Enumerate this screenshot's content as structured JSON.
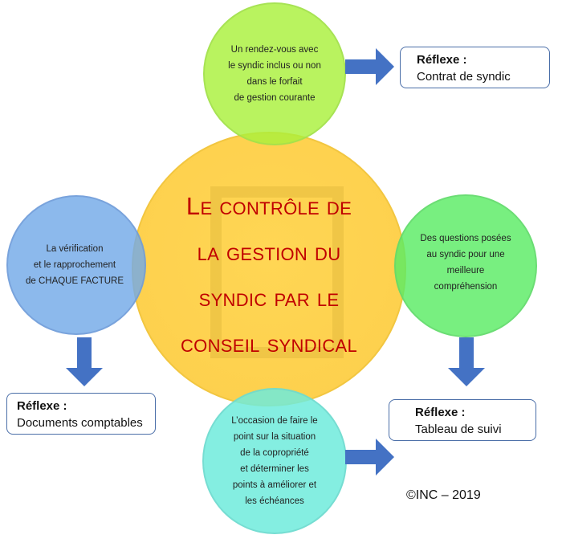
{
  "center": {
    "title_lines": [
      "Le contrôle de",
      "la gestion du",
      "syndic par le",
      "conseil syndical"
    ],
    "color": "#c00000"
  },
  "satellites": {
    "top": {
      "lines": [
        "Un rendez-vous avec",
        "le syndic inclus ou non",
        "dans le forfait",
        "de gestion courante"
      ]
    },
    "left": {
      "lines": [
        "La vérification",
        "et le rapprochement",
        "de CHAQUE FACTURE"
      ]
    },
    "right": {
      "lines": [
        "Des questions posées",
        "au syndic pour une",
        "meilleure",
        "compréhension"
      ]
    },
    "bottom": {
      "lines": [
        "L’occasion de faire le",
        "point sur la situation",
        "de la copropriété",
        "et déterminer les",
        "points à améliorer et",
        "les échéances"
      ]
    }
  },
  "reflexes": {
    "top": {
      "label": "Réflexe :",
      "value": "Contrat de syndic"
    },
    "left": {
      "label": "Réflexe :",
      "value": "Documents comptables"
    },
    "right": {
      "label": "Réflexe :",
      "value": "Tableau de suivi"
    }
  },
  "copyright": "©INC – 2019",
  "colors": {
    "arrow": "#4472c4",
    "box_border": "#4a6ea8"
  }
}
